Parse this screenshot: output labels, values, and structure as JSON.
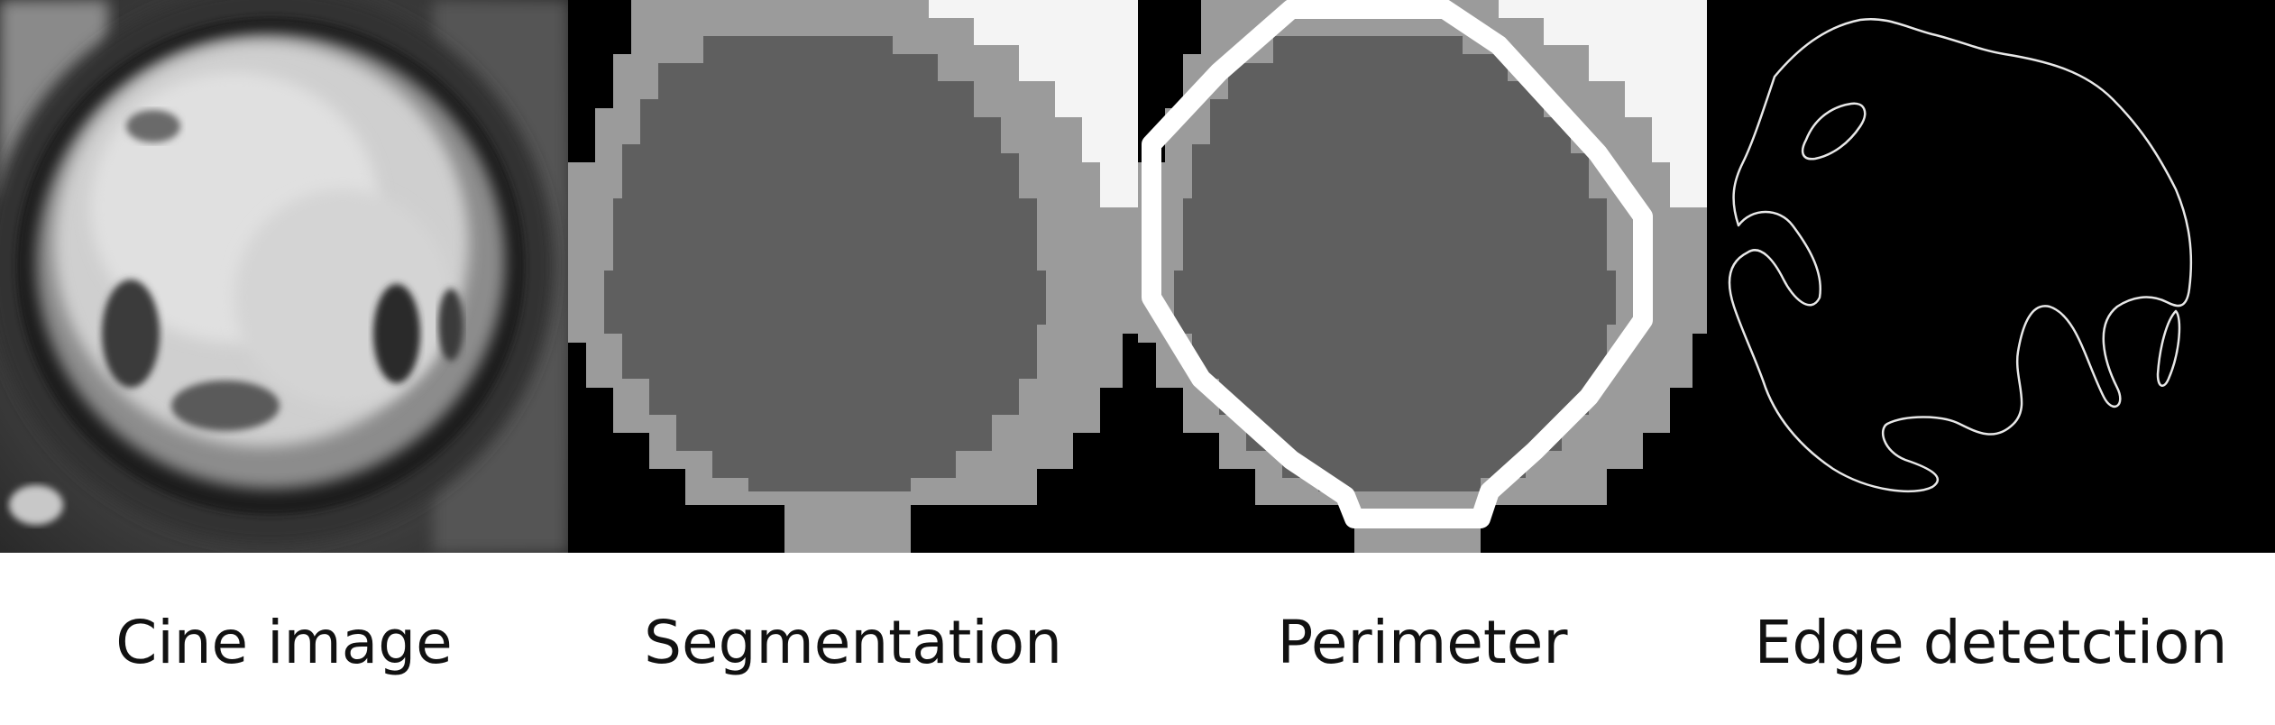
{
  "panels": [
    {
      "id": "cine",
      "caption": "Cine image"
    },
    {
      "id": "segmentation",
      "caption": "Segmentation"
    },
    {
      "id": "perimeter",
      "caption": "Perimeter"
    },
    {
      "id": "edges",
      "caption": "Edge detetction"
    }
  ],
  "colors": {
    "background": "#000000",
    "blood_pool": "#5f5f5f",
    "myocardium": "#9b9b9b",
    "other_tissue": "#f4f4f4",
    "contour": "#ffffff",
    "caption_text": "#111111"
  }
}
